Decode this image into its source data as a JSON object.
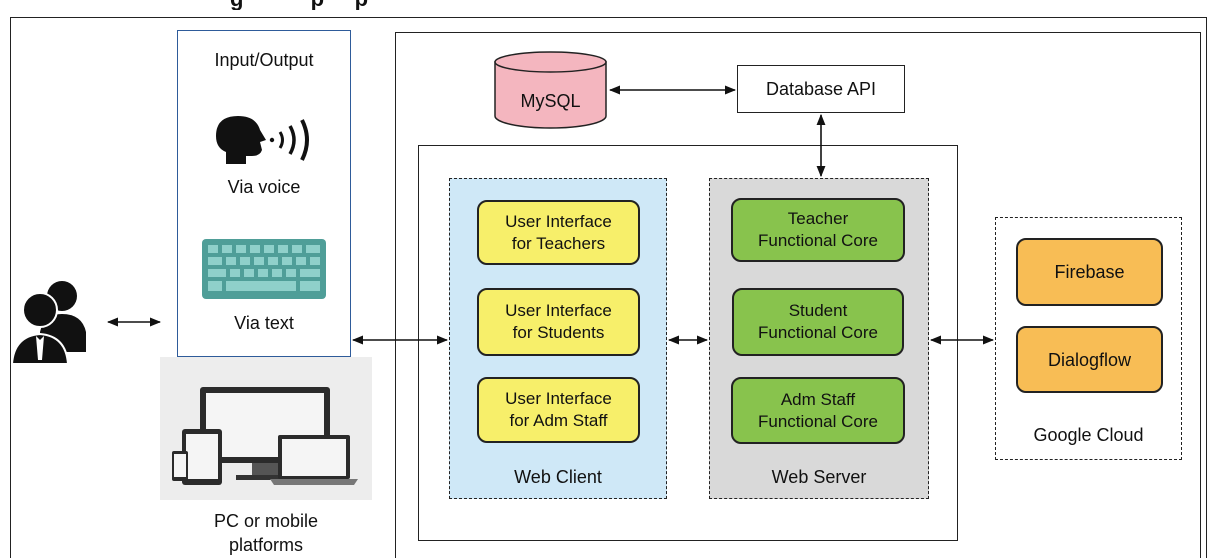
{
  "header_fragment": "g           p     p",
  "user_side": {
    "io_title": "Input/Output",
    "voice_label": "Via voice",
    "text_label": "Via text",
    "devices_label": "PC or mobile\nplatforms"
  },
  "database": {
    "db_label": "MySQL",
    "api_label": "Database API"
  },
  "web_client": {
    "label": "Web Client",
    "modules": [
      "User Interface\nfor Teachers",
      "User Interface\nfor Students",
      "User Interface\nfor Adm Staff"
    ]
  },
  "web_server": {
    "label": "Web Server",
    "modules": [
      "Teacher\nFunctional Core",
      "Student\nFunctional Core",
      "Adm Staff\nFunctional Core"
    ]
  },
  "google_cloud": {
    "label": "Google Cloud",
    "services": [
      "Firebase",
      "Dialogflow"
    ]
  },
  "colors": {
    "client_bg": "#cfe8f7",
    "server_bg": "#d9d9d9",
    "ui_module": "#f7ef6a",
    "core_module": "#88c34d",
    "cloud_service": "#f8bd55",
    "database": "#f4b6bf",
    "keyboard": "#4f9e98"
  }
}
